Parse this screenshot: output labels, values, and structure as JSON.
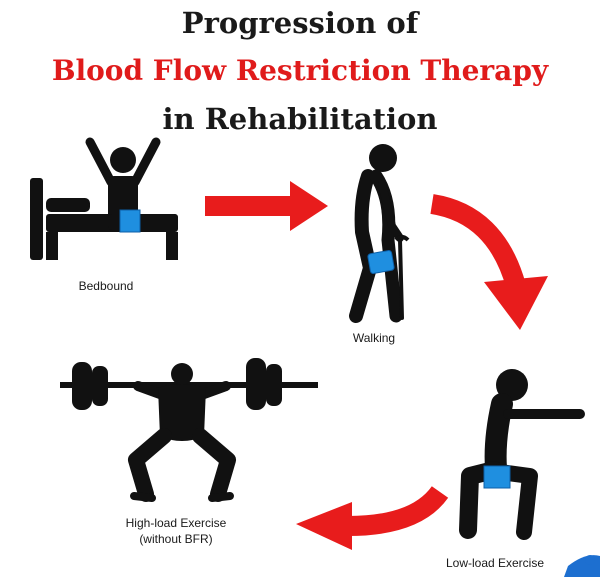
{
  "title": {
    "line1": "Progression of",
    "line2": "Blood Flow Restriction Therapy",
    "line3": "in Rehabilitation"
  },
  "stages": [
    {
      "label": "Bedbound",
      "icon": "bedbound-person-icon"
    },
    {
      "label": "Walking",
      "icon": "walking-with-cane-icon"
    },
    {
      "label": "Low-load Exercise",
      "icon": "squatting-person-icon"
    },
    {
      "label": "High-load Exercise",
      "sublabel": "(without BFR)",
      "icon": "barbell-squat-icon"
    }
  ],
  "colors": {
    "title_dark": "#1a1a1a",
    "title_red": "#e01b1b",
    "arrow": "#e81c1c",
    "cuff": "#1f8fe0",
    "figure": "#111111"
  }
}
